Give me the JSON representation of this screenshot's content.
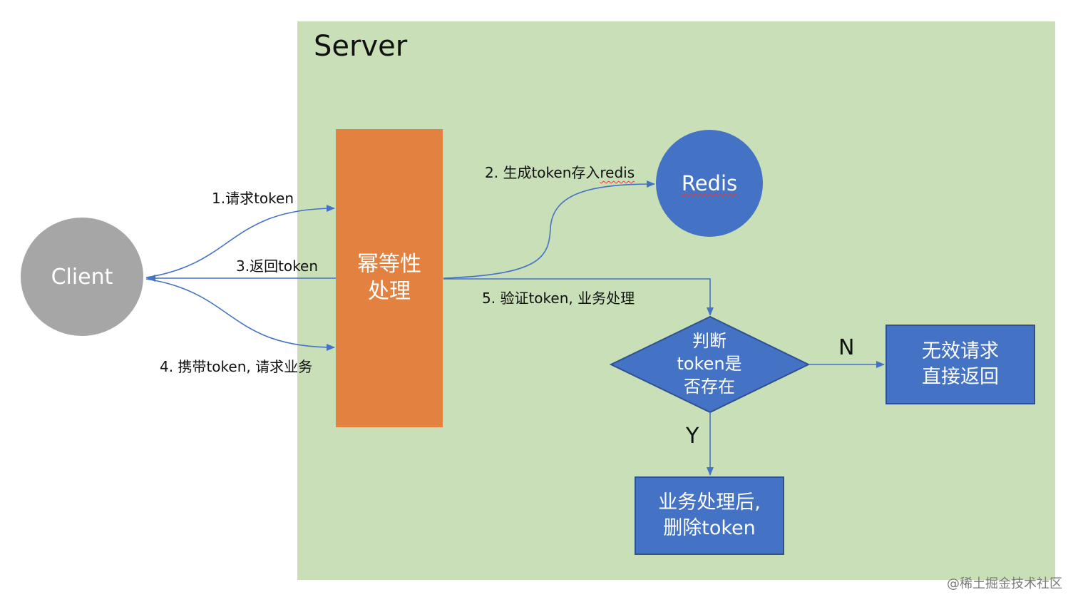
{
  "server": {
    "title": "Server"
  },
  "client": {
    "label": "Client"
  },
  "idempotent": {
    "label_line1": "幂等性",
    "label_line2": "处理"
  },
  "redis": {
    "label": "Redis"
  },
  "decision": {
    "line1": "判断",
    "line2": "token是",
    "line3": "否存在"
  },
  "invalid_box": {
    "line1": "无效请求",
    "line2": "直接返回"
  },
  "delete_box": {
    "line1": "业务处理后,",
    "line2": "删除token"
  },
  "arrows": {
    "request_token": "1.请求token",
    "generate_token": "2. 生成token存入",
    "generate_token_redis": "redis",
    "return_token": "3.返回token",
    "carry_token": "4. 携带token, 请求业务",
    "verify_token": "5. 验证token, 业务处理",
    "no": "N",
    "yes": "Y"
  },
  "watermark": "@稀土掘金技术社区",
  "colors": {
    "server_bg": "#c9dfb8",
    "client": "#a6a6a6",
    "idempotent": "#e28140",
    "blue": "#4472c4",
    "arrow": "#4472c4"
  }
}
